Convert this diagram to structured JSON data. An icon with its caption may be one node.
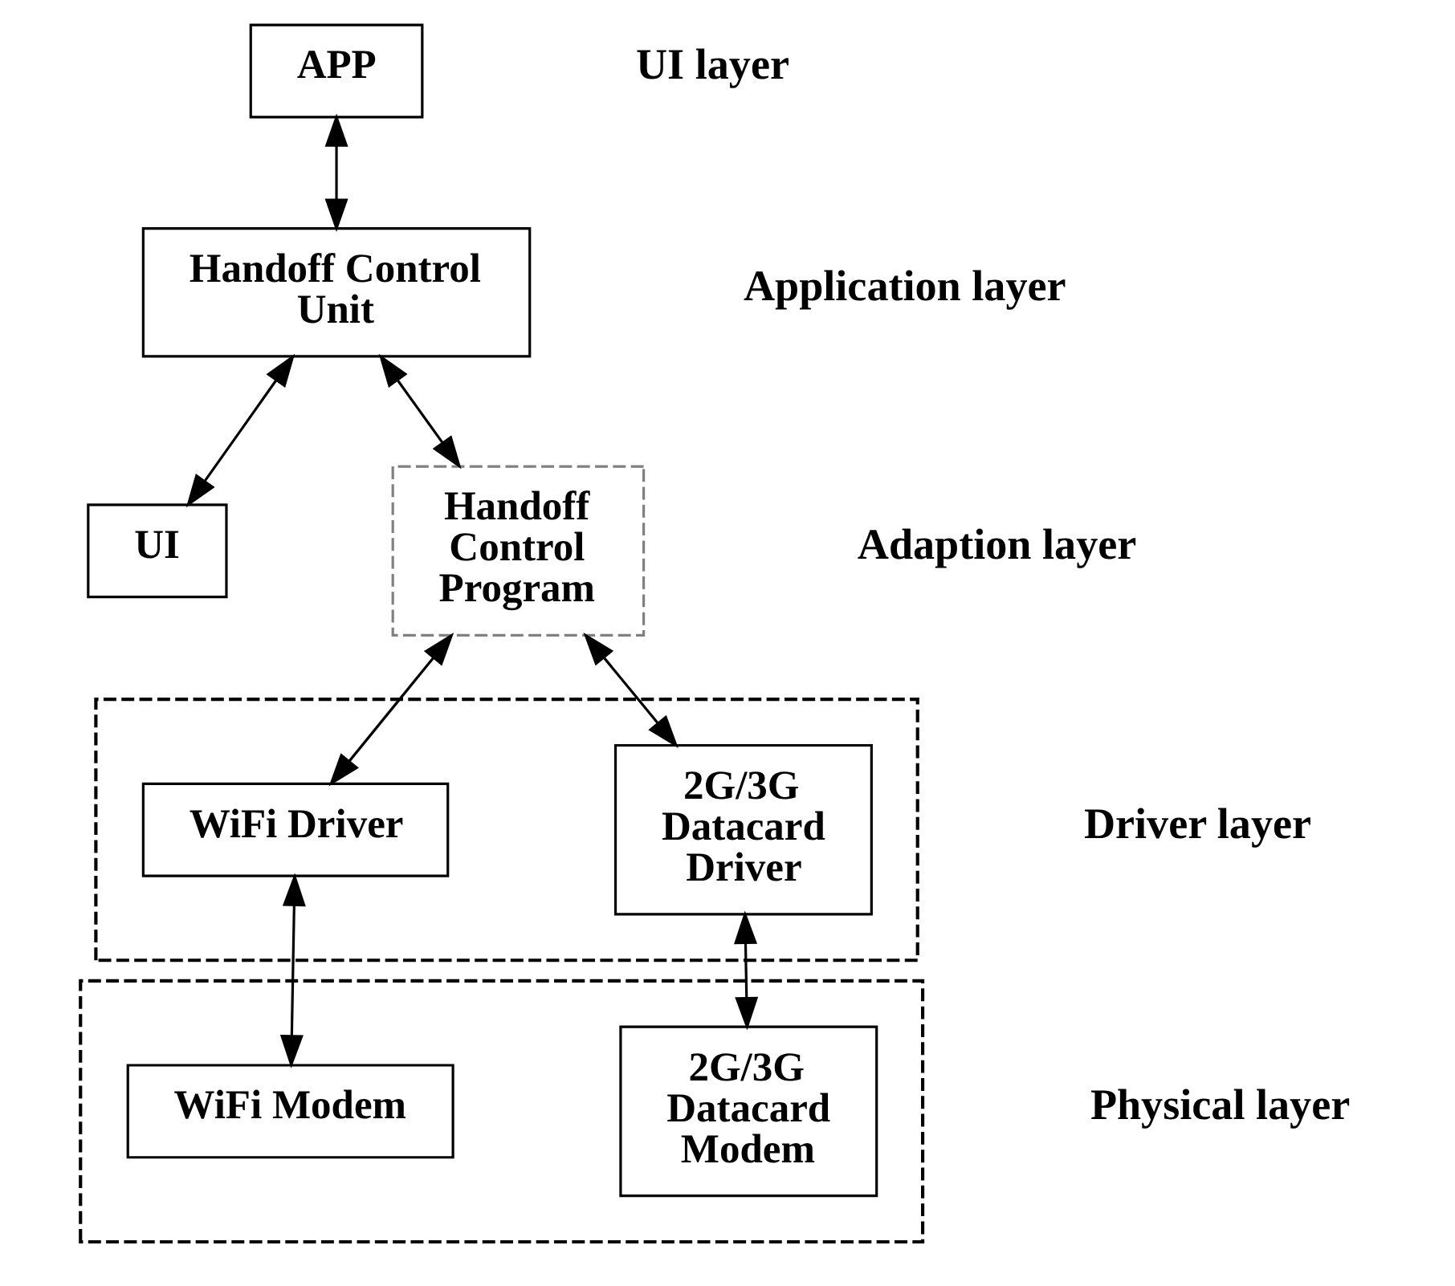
{
  "diagram": {
    "nodes": [
      {
        "text": [
          "APP"
        ]
      },
      {
        "text": [
          "Handoff Control Unit"
        ]
      },
      {
        "text": [
          "UI"
        ]
      },
      {
        "text": [
          "Handoff Control Program"
        ]
      },
      {
        "text": [],
        "shape": "box"
      },
      {
        "text": [
          "2G/3G Datacard Driver"
        ],
        "in": 4
      },
      {
        "text": [
          "WiFi Driver"
        ],
        "in": 4
      },
      {
        "text": [],
        "shape": "box"
      },
      {
        "text": [
          "2G/3G Datacard Modem"
        ],
        "in": 7
      },
      {
        "text": [
          "WiFi Modem"
        ],
        "in": 7
      }
    ],
    "edges": [
      {
        "from": 0,
        "to": 1,
        "arrow": "both"
      },
      {
        "from": 1,
        "to": 2,
        "arrow": "both"
      },
      {
        "from": 1,
        "to": 3,
        "arrow": "both"
      },
      {
        "from": 3,
        "to": 5,
        "arrow": "both"
      },
      {
        "from": 3,
        "to": 6,
        "arrow": "both"
      },
      {
        "from": 5,
        "to": 8,
        "arrow": "both"
      },
      {
        "from": 6,
        "to": 9,
        "arrow": "both"
      }
    ],
    "labels": [
      "UI layer",
      "Application layer",
      "Adaption layer",
      "Driver layer",
      "Physical layer"
    ]
  }
}
